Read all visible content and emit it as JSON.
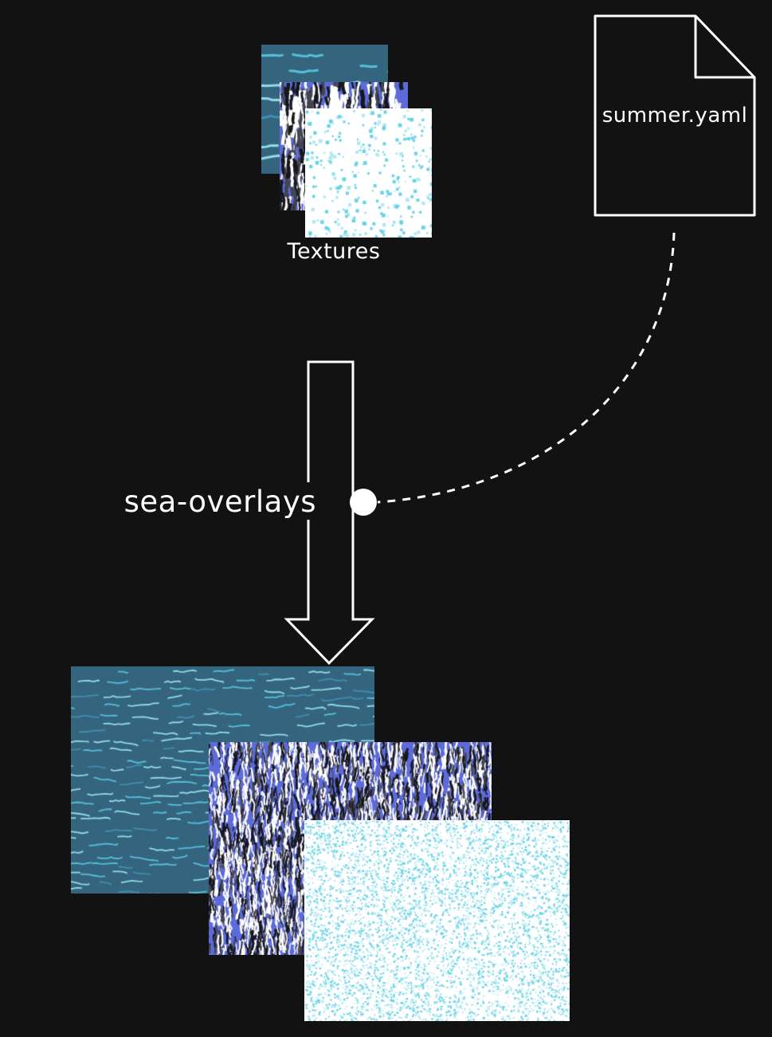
{
  "canvas": {
    "background": "#121212"
  },
  "labels": {
    "textures": "Textures",
    "file": "summer.yaml",
    "arrow": "sea-overlays"
  },
  "palette": {
    "stroke": "#ffffff",
    "node_fill": "#ffffff",
    "teal_base": "#35647f",
    "teal_wave_light": "#8fdce8",
    "teal_wave_mid": "#55c0d8",
    "teal_wave_dark": "#3f8fae",
    "periwinkle_base": "#5c6bd9",
    "streak_light": "#ffffff",
    "streak_dark": "#16161c",
    "streak_mid": "#44444e",
    "speckle_base": "#ffffff",
    "speckle_dot": "#67d3e6",
    "speckle_dot2": "#aee8f2"
  },
  "textures": {
    "small_stack": [
      "waves",
      "streaks",
      "speckle"
    ],
    "large_stack": [
      "waves",
      "streaks",
      "speckle"
    ]
  }
}
